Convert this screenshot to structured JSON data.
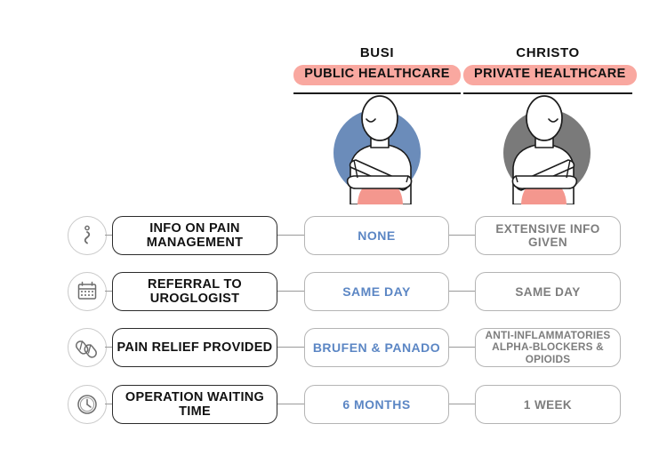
{
  "columns": [
    {
      "name": "BUSI",
      "badge": "PUBLIC HEALTHCARE",
      "circle_color": "#6b8cba",
      "pain_color": "#f4978e"
    },
    {
      "name": "CHRISTO",
      "badge": "PRIVATE HEALTHCARE",
      "circle_color": "#7a7a7a",
      "pain_color": "#f4978e"
    }
  ],
  "badge_color": "#f9a8a0",
  "public_text_color": "#5b86c4",
  "private_text_color": "#7d7d7d",
  "rows": [
    {
      "icon": "info-icon",
      "label": "INFO ON PAIN MANAGEMENT",
      "public": "NONE",
      "private": "EXTENSIVE INFO GIVEN",
      "private_line2": ""
    },
    {
      "icon": "calendar-icon",
      "label": "REFERRAL TO UROGLOGIST",
      "public": "SAME DAY",
      "private": "SAME DAY",
      "private_line2": ""
    },
    {
      "icon": "pills-icon",
      "label": "PAIN RELIEF PROVIDED",
      "public": "BRUFEN & PANADO",
      "private": "ANTI-INFLAMMATORIES",
      "private_line2": "ALPHA-BLOCKERS & OPIOIDS"
    },
    {
      "icon": "clock-icon",
      "label": "OPERATION WAITING TIME",
      "public": "6 MONTHS",
      "private": "1 WEEK",
      "private_line2": ""
    }
  ]
}
